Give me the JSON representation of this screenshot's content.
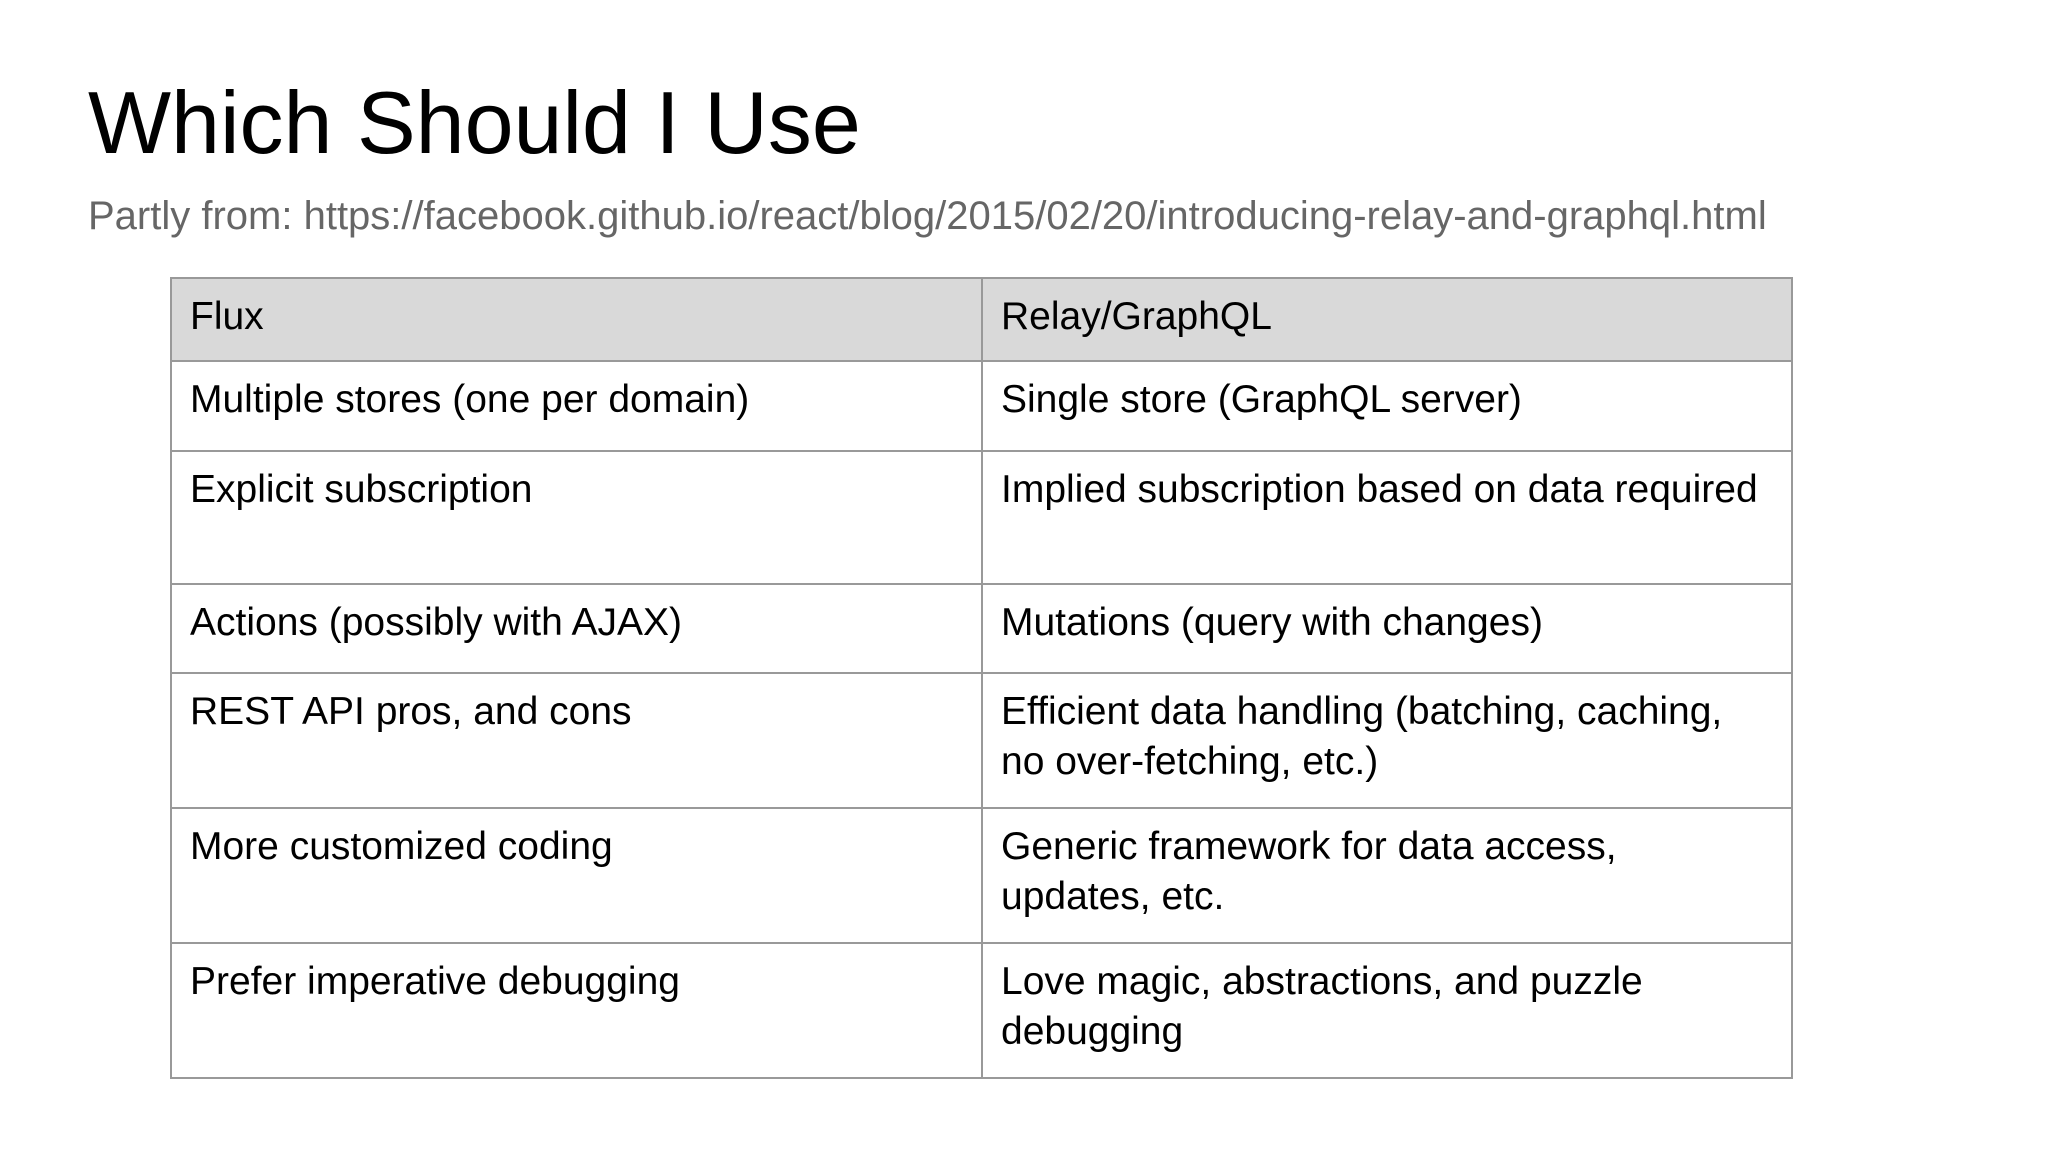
{
  "slide": {
    "title": "Which Should I Use",
    "source_note": "Partly from: https://facebook.github.io/react/blog/2015/02/20/introducing-relay-and-graphql.html"
  },
  "table": {
    "headers": {
      "flux": "Flux",
      "relay": "Relay/GraphQL"
    },
    "rows": [
      {
        "flux": "Multiple stores (one per domain)",
        "relay": "Single store (GraphQL server)"
      },
      {
        "flux": "Explicit subscription",
        "relay": "Implied subscription based on data required"
      },
      {
        "flux": "Actions (possibly with AJAX)",
        "relay": "Mutations (query with changes)"
      },
      {
        "flux": "REST API pros, and cons",
        "relay": "Efficient data handling (batching, caching,\nno over-fetching, etc.)"
      },
      {
        "flux": "More customized coding",
        "relay": "Generic framework for data access,\nupdates, etc."
      },
      {
        "flux": "Prefer imperative debugging",
        "relay": "Love magic, abstractions, and puzzle\ndebugging"
      }
    ]
  },
  "colors": {
    "background": "#ffffff",
    "title_text": "#000000",
    "source_note_text": "#666666",
    "header_bg": "#d9d9d9",
    "table_border": "#999999",
    "cell_text": "#000000"
  }
}
